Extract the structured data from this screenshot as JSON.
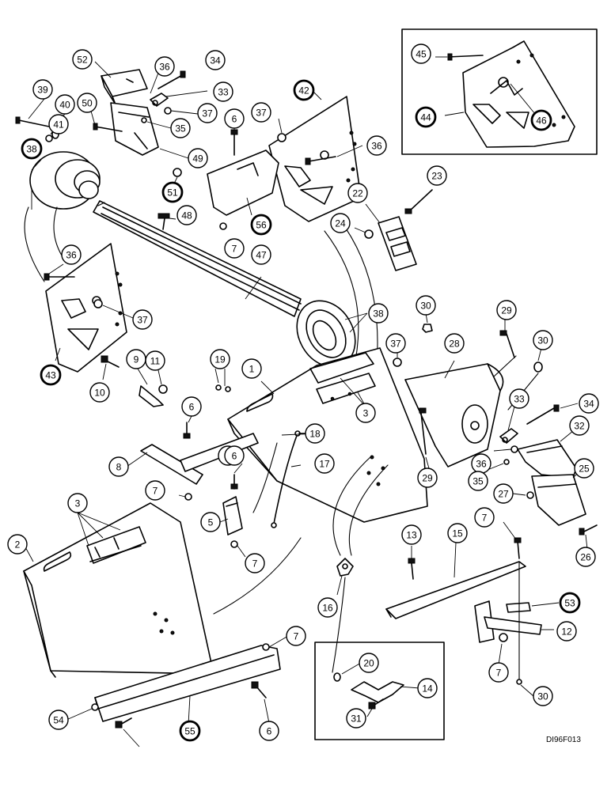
{
  "reference": "DI96F013",
  "callouts": [
    {
      "label": "52",
      "bold": false
    },
    {
      "label": "36",
      "bold": false
    },
    {
      "label": "34",
      "bold": false
    },
    {
      "label": "33",
      "bold": false
    },
    {
      "label": "37",
      "bold": false
    },
    {
      "label": "35",
      "bold": false
    },
    {
      "label": "39",
      "bold": false
    },
    {
      "label": "40",
      "bold": false
    },
    {
      "label": "50",
      "bold": false
    },
    {
      "label": "41",
      "bold": false
    },
    {
      "label": "38",
      "bold": true
    },
    {
      "label": "49",
      "bold": false
    },
    {
      "label": "51",
      "bold": true
    },
    {
      "label": "42",
      "bold": true
    },
    {
      "label": "37",
      "bold": false
    },
    {
      "label": "6",
      "bold": false
    },
    {
      "label": "36",
      "bold": false
    },
    {
      "label": "56",
      "bold": true
    },
    {
      "label": "48",
      "bold": false
    },
    {
      "label": "7",
      "bold": false
    },
    {
      "label": "45",
      "bold": false
    },
    {
      "label": "44",
      "bold": true
    },
    {
      "label": "46",
      "bold": true
    },
    {
      "label": "23",
      "bold": false
    },
    {
      "label": "22",
      "bold": false
    },
    {
      "label": "24",
      "bold": false
    },
    {
      "label": "36",
      "bold": false
    },
    {
      "label": "47",
      "bold": false
    },
    {
      "label": "37",
      "bold": false
    },
    {
      "label": "43",
      "bold": true
    },
    {
      "label": "38",
      "bold": false
    },
    {
      "label": "30",
      "bold": false
    },
    {
      "label": "29",
      "bold": false
    },
    {
      "label": "37",
      "bold": false
    },
    {
      "label": "28",
      "bold": false
    },
    {
      "label": "30",
      "bold": false
    },
    {
      "label": "9",
      "bold": false
    },
    {
      "label": "11",
      "bold": false
    },
    {
      "label": "10",
      "bold": false
    },
    {
      "label": "19",
      "bold": false
    },
    {
      "label": "1",
      "bold": false
    },
    {
      "label": "3",
      "bold": false
    },
    {
      "label": "6",
      "bold": false
    },
    {
      "label": "18",
      "bold": false
    },
    {
      "label": "33",
      "bold": false
    },
    {
      "label": "34",
      "bold": false
    },
    {
      "label": "32",
      "bold": false
    },
    {
      "label": "8",
      "bold": false
    },
    {
      "label": "6",
      "bold": false
    },
    {
      "label": "17",
      "bold": false
    },
    {
      "label": "29",
      "bold": false
    },
    {
      "label": "36",
      "bold": false
    },
    {
      "label": "25",
      "bold": false
    },
    {
      "label": "35",
      "bold": false
    },
    {
      "label": "27",
      "bold": false
    },
    {
      "label": "7",
      "bold": false
    },
    {
      "label": "3",
      "bold": false
    },
    {
      "label": "5",
      "bold": false
    },
    {
      "label": "6",
      "bold": false
    },
    {
      "label": "2",
      "bold": false
    },
    {
      "label": "7",
      "bold": false
    },
    {
      "label": "13",
      "bold": false
    },
    {
      "label": "15",
      "bold": false
    },
    {
      "label": "26",
      "bold": false
    },
    {
      "label": "53",
      "bold": true
    },
    {
      "label": "16",
      "bold": false
    },
    {
      "label": "12",
      "bold": false
    },
    {
      "label": "7",
      "bold": false
    },
    {
      "label": "30",
      "bold": false
    },
    {
      "label": "20",
      "bold": false
    },
    {
      "label": "14",
      "bold": false
    },
    {
      "label": "7",
      "bold": false
    },
    {
      "label": "31",
      "bold": false
    },
    {
      "label": "7",
      "bold": false
    },
    {
      "label": "54",
      "bold": false
    },
    {
      "label": "55",
      "bold": true
    },
    {
      "label": "6",
      "bold": false
    }
  ]
}
